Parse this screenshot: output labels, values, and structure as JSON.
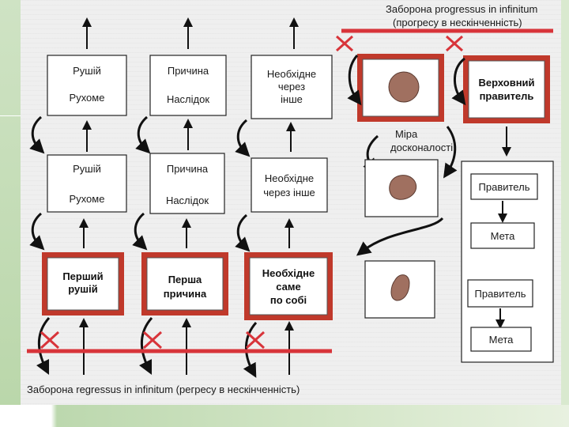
{
  "top_caption": {
    "line1": "Заборона progressus in infinitum",
    "line2": "(прогресу в нескінченність)"
  },
  "bottom_caption": "Заборона regressus in infinitum (регресу в нескінченність)",
  "columns": [
    {
      "top_box": [
        "Рушій",
        "Рухоме"
      ],
      "middle_box": [
        "Рушій",
        "Рухоме"
      ],
      "base_box": [
        "Перший",
        "рушій"
      ]
    },
    {
      "top_box": [
        "Причина",
        "Наслідок"
      ],
      "middle_box": [
        "Причина",
        "Наслідок"
      ],
      "base_box": [
        "Перша",
        "причина"
      ]
    },
    {
      "top_box": [
        "Необхідне",
        "через",
        "інше"
      ],
      "middle_box": [
        "Необхідне",
        "через інше"
      ],
      "base_box": [
        "Необхідне",
        "саме",
        "по собі"
      ]
    }
  ],
  "perfection_label": [
    "Міра",
    "досконалості"
  ],
  "supreme_ruler": [
    "Верховний",
    "правитель"
  ],
  "hierarchy": {
    "ruler_1": "Правитель",
    "goal_1": "Мета",
    "ruler_2": "Правитель",
    "goal_2": "Мета"
  },
  "colors": {
    "red_frame": "#c0392b",
    "red_line": "#d8343a",
    "blob": "#a07060",
    "ink": "#1a1a1a"
  }
}
